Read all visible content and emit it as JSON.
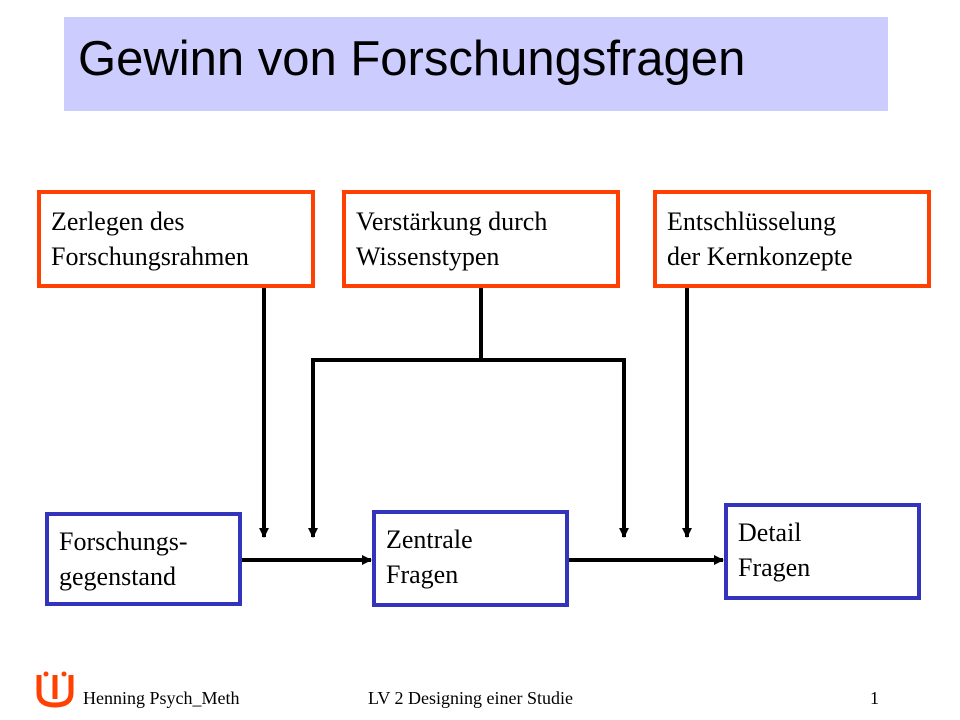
{
  "title": "Gewinn von Forschungsfragen",
  "sources": [
    {
      "line1": "Zerlegen des",
      "line2": "Forschungsrahmen"
    },
    {
      "line1": "Verstärkung durch",
      "line2": "Wissenstypen"
    },
    {
      "line1": "Entschlüsselung",
      "line2": "der Kernkonzepte"
    }
  ],
  "targets": [
    {
      "line1": "Forschungs-",
      "line2": "gegenstand"
    },
    {
      "line1": "Zentrale",
      "line2": "Fragen"
    },
    {
      "line1": "Detail",
      "line2": "Fragen"
    }
  ],
  "footer": {
    "author": "Henning Psych_Meth",
    "course": "LV 2  Designing einer Studie",
    "page": "1"
  },
  "colors": {
    "title_bg": "#ccccff",
    "source_border": "#ff4000",
    "target_border": "#3333bb",
    "logo": "#ff4000"
  }
}
